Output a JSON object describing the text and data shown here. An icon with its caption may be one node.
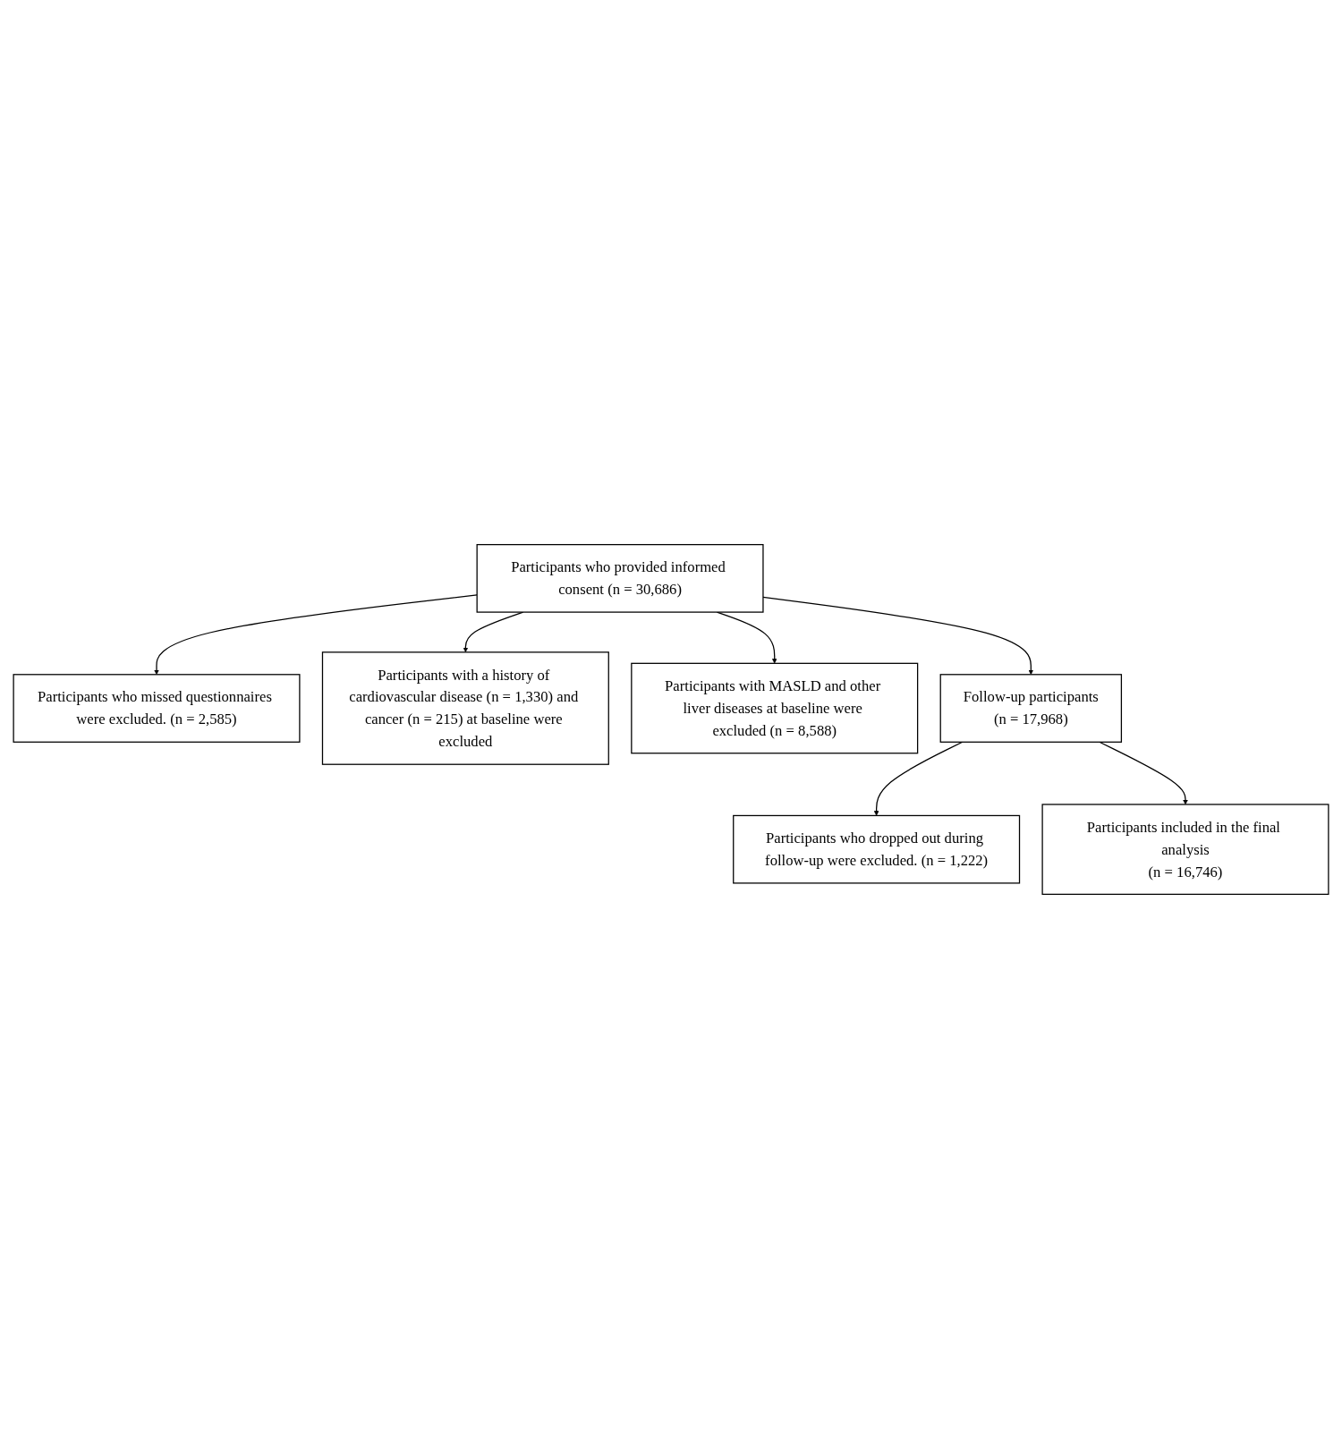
{
  "diagram": {
    "nodes": [
      {
        "text": [
          "Participants who provided informed consent (n = 30,686)"
        ]
      },
      {
        "text": [
          "Participants who missed questionnaires were excluded. (n = 2,585)"
        ]
      },
      {
        "text": [
          "Participants with a history of cardiovascular disease (n = 1,330) and cancer (n = 215) at baseline were excluded"
        ]
      },
      {
        "text": [
          "Participants with MASLD and other liver diseases at baseline were excluded (n = 8,588)"
        ]
      },
      {
        "text": [
          "Follow-up participants",
          "(n = 17,968)"
        ]
      },
      {
        "text": [
          "Participants who dropped out during follow-up were excluded. (n = 1,222)"
        ]
      },
      {
        "text": [
          "Participants included in the final analysis",
          "(n = 16,746)"
        ]
      }
    ],
    "edges": [
      {
        "from": 0,
        "to": 1,
        "arrow": "to"
      },
      {
        "from": 0,
        "to": 2,
        "arrow": "to"
      },
      {
        "from": 0,
        "to": 3,
        "arrow": "to"
      },
      {
        "from": 0,
        "to": 4,
        "arrow": "to"
      },
      {
        "from": 4,
        "to": 5,
        "arrow": "to"
      },
      {
        "from": 4,
        "to": 6,
        "arrow": "to"
      }
    ]
  }
}
